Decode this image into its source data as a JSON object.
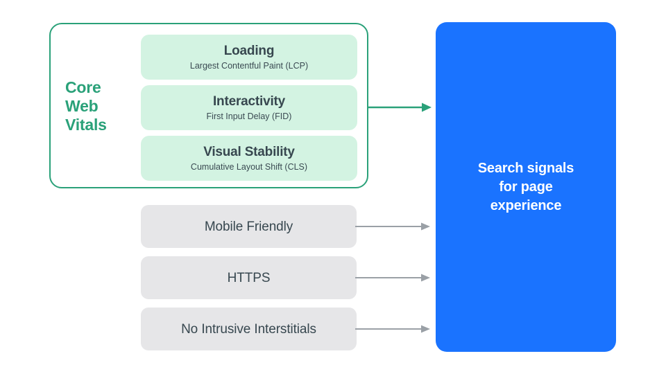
{
  "diagram": {
    "title": "Search signals for page experience",
    "colors": {
      "green_accent": "#2AA179",
      "green_card": "#D3F3E2",
      "gray_card": "#E6E6E8",
      "blue_panel": "#1A73FF",
      "text_dark": "#37474F",
      "arrow_gray": "#9AA0A6"
    }
  },
  "core_web_vitals": {
    "label": "Core Web Vitals",
    "label_lines": [
      "Core",
      "Web",
      "Vitals"
    ],
    "metrics": [
      {
        "title": "Loading",
        "subtitle": "Largest Contentful Paint (LCP)"
      },
      {
        "title": "Interactivity",
        "subtitle": "First Input Delay (FID)"
      },
      {
        "title": "Visual Stability",
        "subtitle": "Cumulative Layout Shift (CLS)"
      }
    ]
  },
  "other_signals": [
    {
      "label": "Mobile Friendly"
    },
    {
      "label": "HTTPS"
    },
    {
      "label": "No Intrusive Interstitials"
    }
  ],
  "outcome": {
    "text": "Search signals\nfor page\nexperience"
  },
  "arrows": [
    {
      "name": "core-web-vitals-arrow",
      "color": "#2AA179"
    },
    {
      "name": "mobile-friendly-arrow",
      "color": "#9AA0A6"
    },
    {
      "name": "https-arrow",
      "color": "#9AA0A6"
    },
    {
      "name": "no-intrusive-interstitials-arrow",
      "color": "#9AA0A6"
    }
  ]
}
